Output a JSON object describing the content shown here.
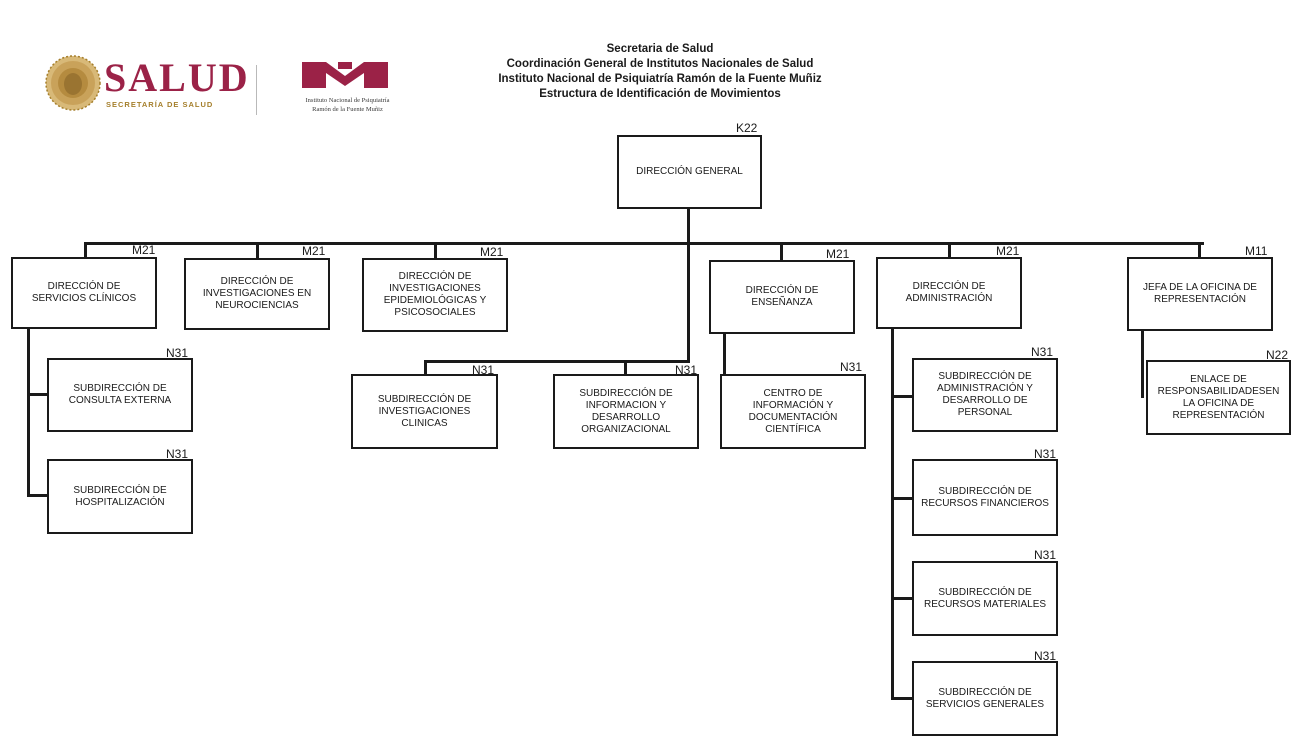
{
  "header": {
    "lines": [
      "Secretaria de Salud",
      "Coordinación General de Institutos Nacionales de Salud",
      "Instituto Nacional de Psiquiatría Ramón de la Fuente Muñiz",
      "Estructura de Identificación de Movimientos"
    ]
  },
  "logos": {
    "salud_word": "SALUD",
    "salud_sub": "SECRETARÍA DE SALUD",
    "inpsiq_line1": "Instituto Nacional de Psiquiatría",
    "inpsiq_line2": "Ramón de la Fuente Muñiz",
    "brand_color": "#9b2247",
    "gold_color": "#a57f2c"
  },
  "org": {
    "direccion_general": {
      "code": "K22",
      "label": "DIRECCIÓN GENERAL"
    },
    "servicios_clinicos": {
      "code": "M21",
      "label": "DIRECCIÓN DE\nSERVICIOS CLÍNICOS"
    },
    "neurociencias": {
      "code": "M21",
      "label": "DIRECCIÓN DE\nINVESTIGACIONES EN\nNEUROCIENCIAS"
    },
    "epidemiologicas": {
      "code": "M21",
      "label": "DIRECCIÓN DE\nINVESTIGACIONES\nEPIDEMIOLÓGICAS Y\nPSICOSOCIALES"
    },
    "ensenanza": {
      "code": "M21",
      "label": "DIRECCIÓN DE\nENSEÑANZA"
    },
    "administracion": {
      "code": "M21",
      "label": "DIRECCIÓN DE\nADMINISTRACIÓN"
    },
    "oficina_representacion": {
      "code": "M11",
      "label": "JEFA DE LA OFICINA DE\nREPRESENTACIÓN"
    },
    "consulta_externa": {
      "code": "N31",
      "label": "SUBDIRECCIÓN DE\nCONSULTA EXTERNA"
    },
    "hospitalizacion": {
      "code": "N31",
      "label": "SUBDIRECCIÓN DE\nHOSPITALIZACIÓN"
    },
    "investigaciones_clinicas": {
      "code": "N31",
      "label": "SUBDIRECCIÓN DE\nINVESTIGACIONES\nCLINICAS"
    },
    "informacion_desarrollo": {
      "code": "N31",
      "label": "SUBDIRECCIÓN DE\nINFORMACION Y\nDESARROLLO\nORGANIZACIONAL"
    },
    "centro_informacion": {
      "code": "N31",
      "label": "CENTRO DE\nINFORMACIÓN  Y\nDOCUMENTACIÓN\nCIENTÍFICA"
    },
    "admin_personal": {
      "code": "N31",
      "label": "SUBDIRECCIÓN DE\nADMINISTRACIÓN Y\nDESARROLLO DE\nPERSONAL"
    },
    "recursos_financieros": {
      "code": "N31",
      "label": "SUBDIRECCIÓN DE\nRECURSOS FINANCIEROS"
    },
    "recursos_materiales": {
      "code": "N31",
      "label": "SUBDIRECCIÓN DE\nRECURSOS MATERIALES"
    },
    "servicios_generales": {
      "code": "N31",
      "label": "SUBDIRECCIÓN DE\nSERVICIOS GENERALES"
    },
    "enlace_responsabilidades": {
      "code": "N22",
      "label": "ENLACE  DE\nRESPONSABILIDADESEN\nLA OFICINA DE\nREPRESENTACIÓN"
    }
  }
}
